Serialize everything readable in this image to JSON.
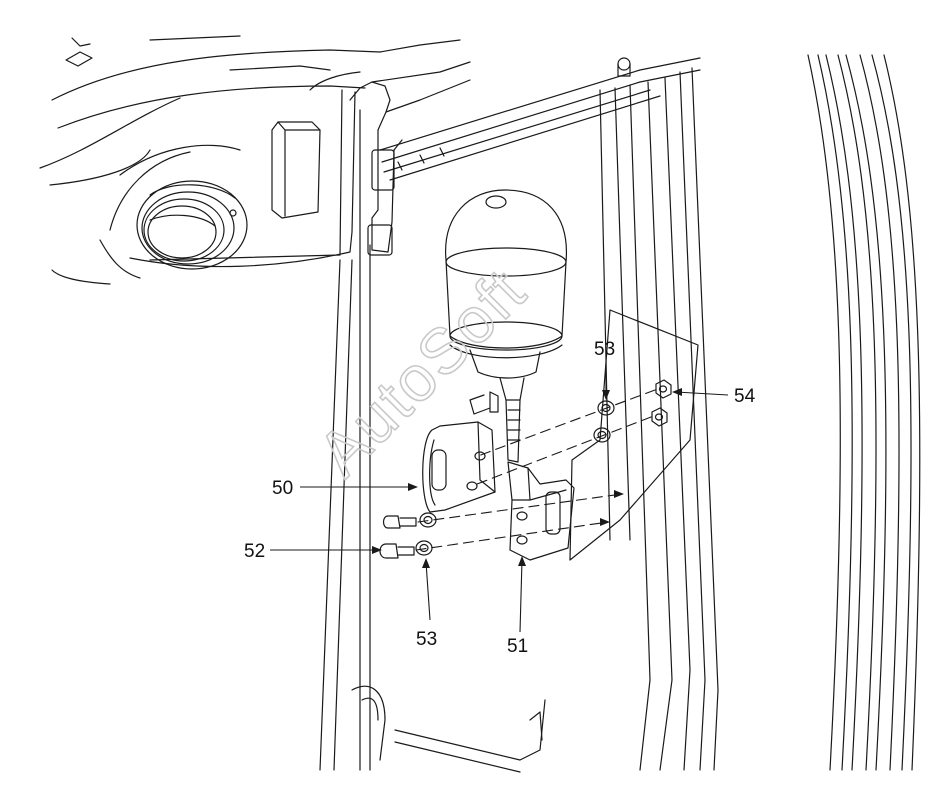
{
  "diagram": {
    "callouts": [
      {
        "id": "50",
        "label": "50"
      },
      {
        "id": "51",
        "label": "51"
      },
      {
        "id": "52",
        "label": "52"
      },
      {
        "id": "53a",
        "label": "53"
      },
      {
        "id": "53b",
        "label": "53"
      },
      {
        "id": "54",
        "label": "54"
      }
    ]
  },
  "watermark": {
    "text": "AutoSoft"
  },
  "colors": {
    "line": "#1a1a1a",
    "watermark": "#c9c9c9",
    "background": "#ffffff"
  }
}
